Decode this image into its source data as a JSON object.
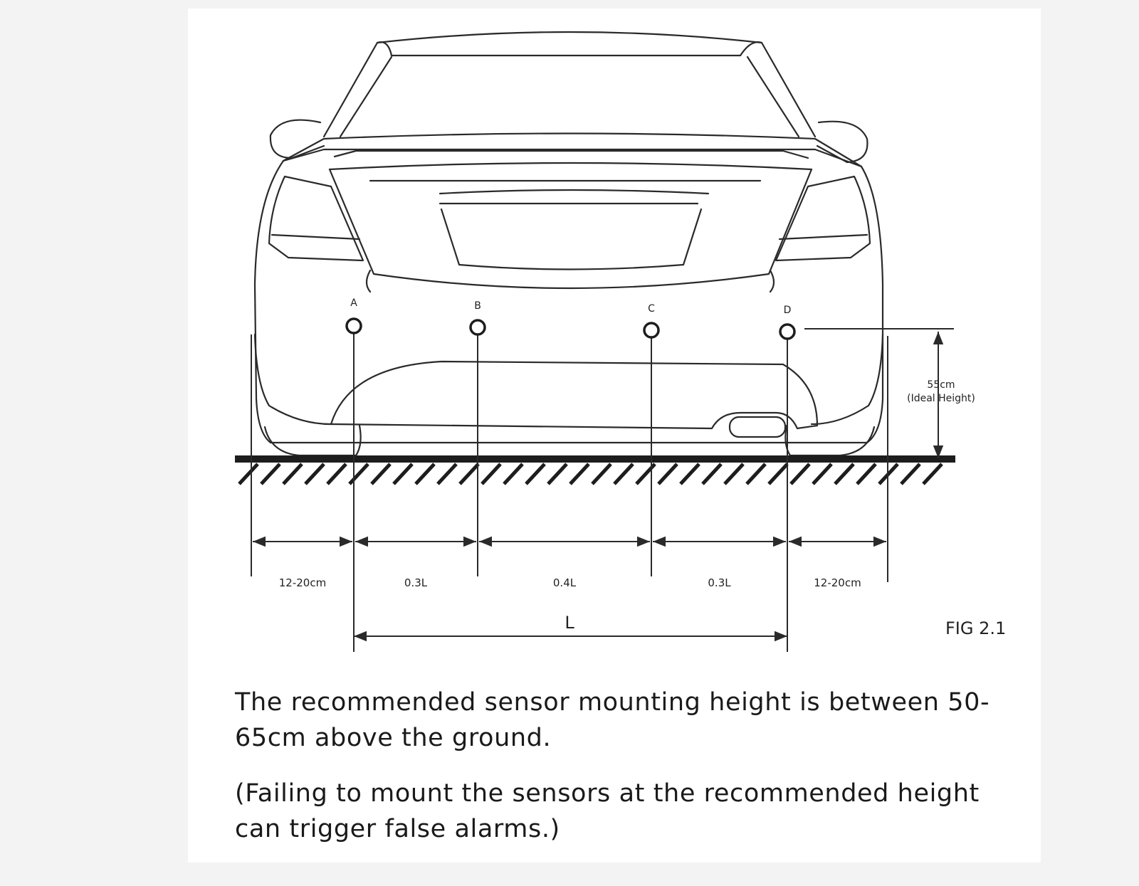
{
  "diagram": {
    "sensors": [
      {
        "id": "A"
      },
      {
        "id": "B"
      },
      {
        "id": "C"
      },
      {
        "id": "D"
      }
    ],
    "height_label_line1": "55cm",
    "height_label_line2": "(Ideal Height)",
    "spacing_labels": [
      "12-20cm",
      "0.3L",
      "0.4L",
      "0.3L",
      "12-20cm"
    ],
    "total_label": "L",
    "figure_label": "FIG 2.1"
  },
  "caption": {
    "main": "The recommended sensor mounting height is between 50-65cm above the ground.",
    "note": "(Failing to mount the sensors at the recommended height can trigger false alarms.)"
  },
  "colors": {
    "line": "#2a2a2a",
    "background": "#f3f3f3",
    "card": "#ffffff"
  }
}
